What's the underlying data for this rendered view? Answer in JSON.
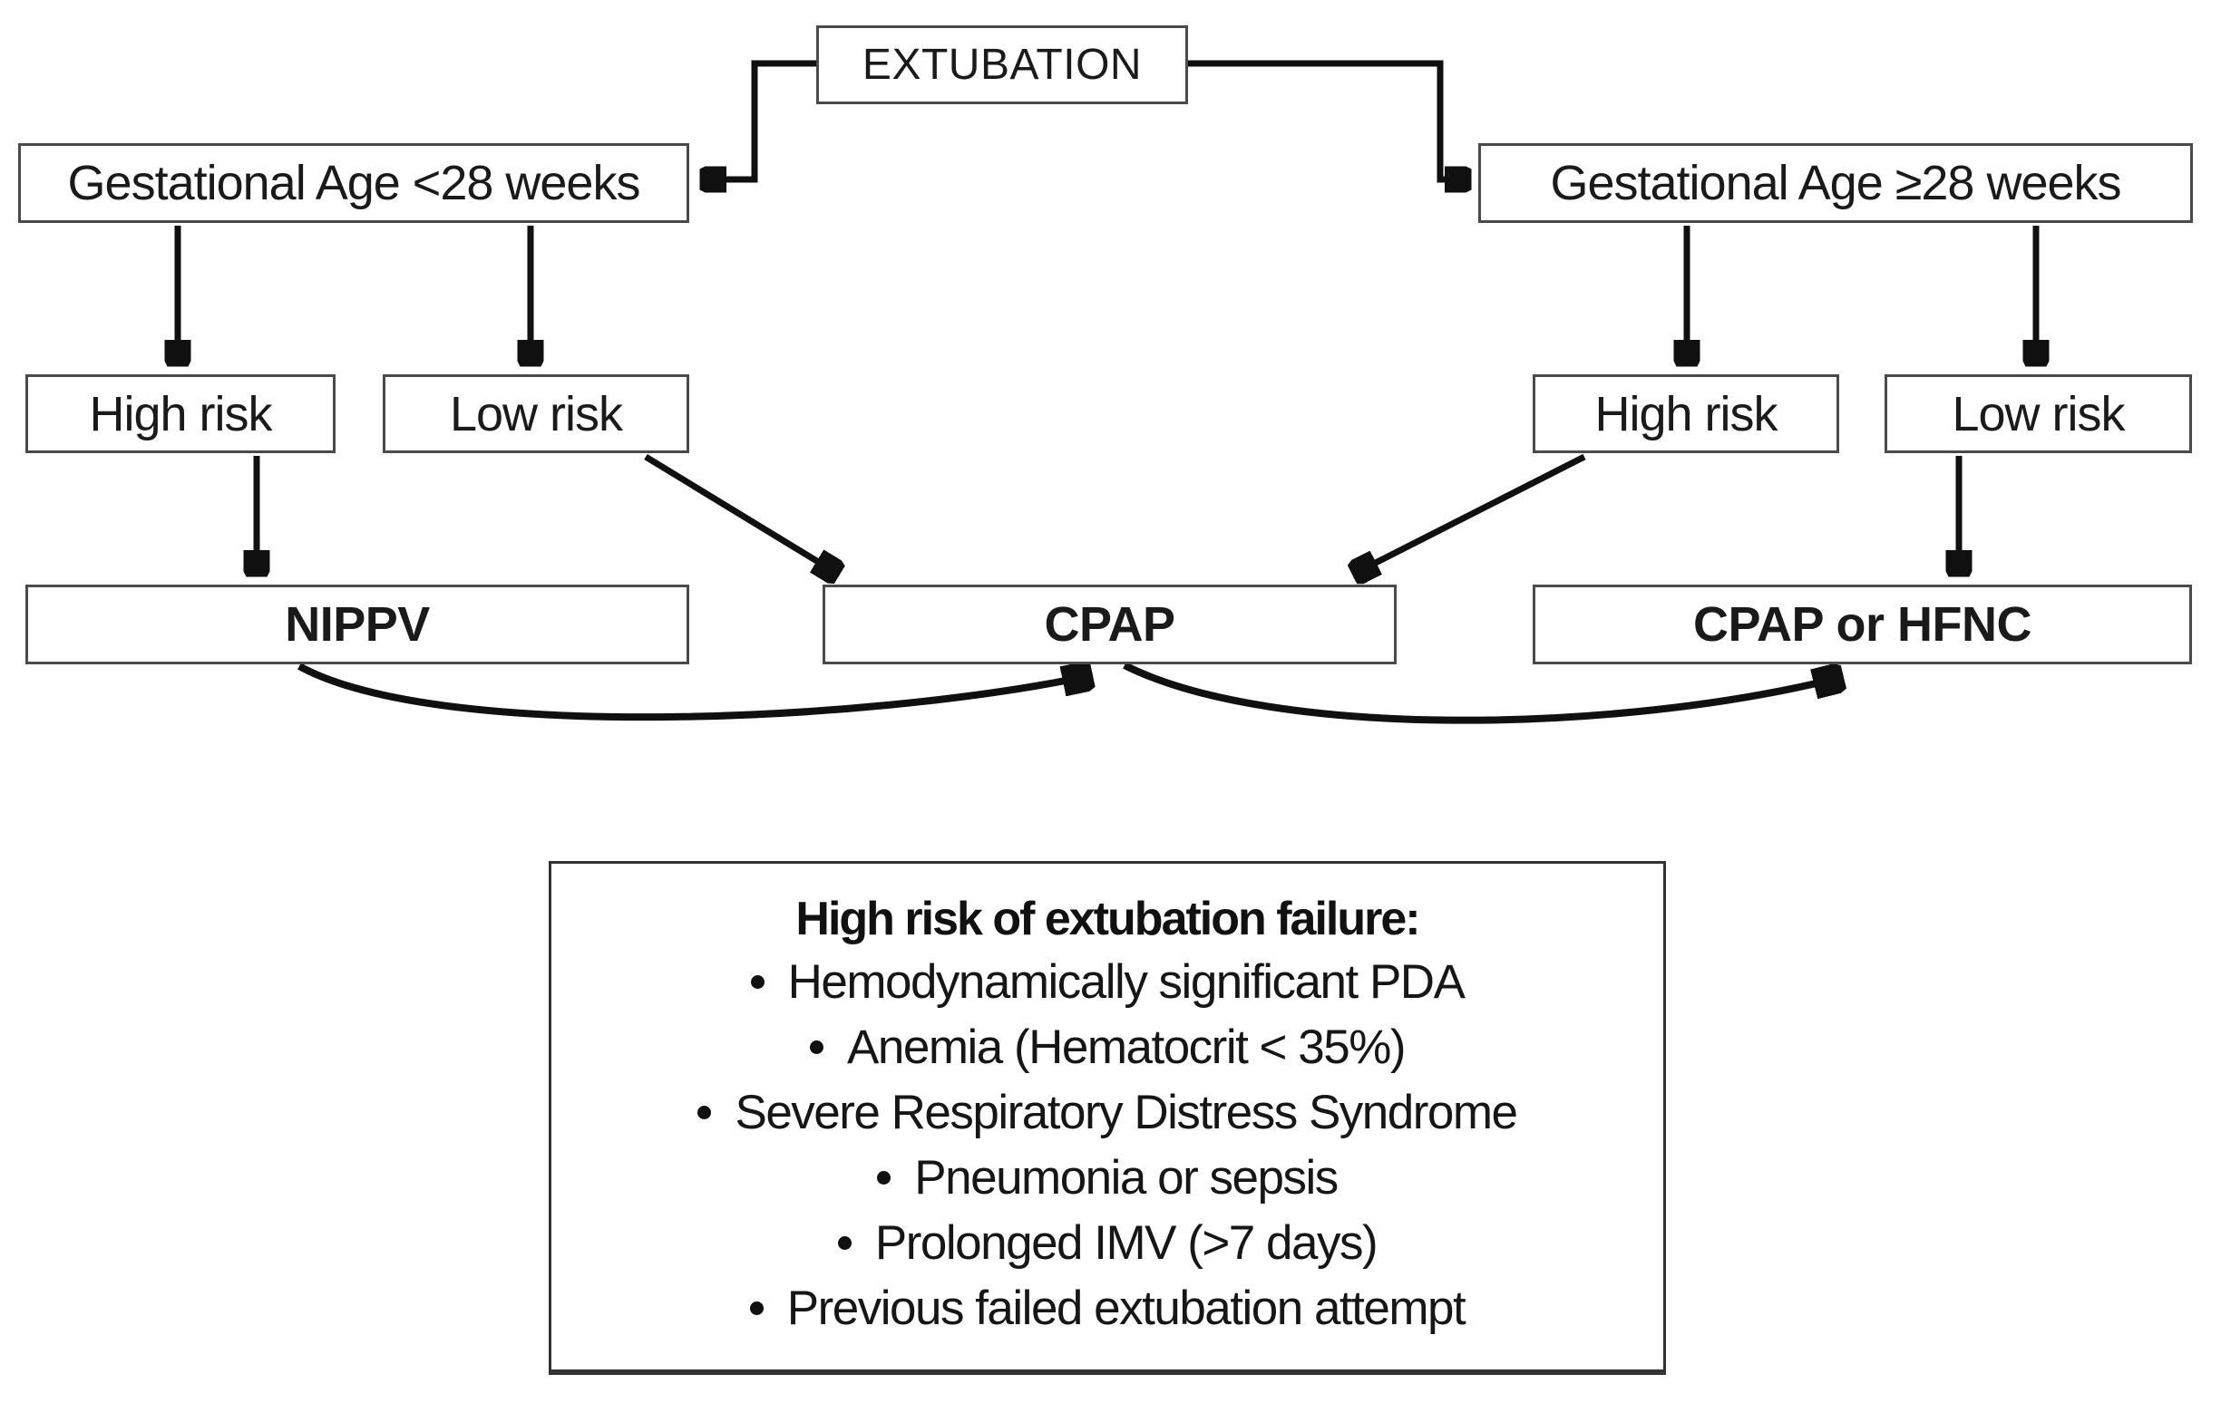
{
  "diagram": {
    "nodes": {
      "extubation": "EXTUBATION",
      "gest_left": "Gestational Age <28 weeks",
      "gest_right": "Gestational Age ≥28 weeks",
      "high_left": "High risk",
      "low_left": "Low risk",
      "high_right": "High risk",
      "low_right": "Low risk",
      "nippv": "NIPPV",
      "cpap": "CPAP",
      "cpap_hfnc": "CPAP or HFNC"
    },
    "risk_box": {
      "title": "High risk of extubation failure:",
      "bullets": [
        "Hemodynamically significant PDA",
        "Anemia (Hematocrit < 35%)",
        "Severe Respiratory Distress Syndrome",
        "Pneumonia or sepsis",
        "Prolonged IMV (>7 days)",
        "Previous failed extubation attempt"
      ]
    },
    "colors": {
      "background": "#ffffff",
      "line": "#101010",
      "box_border": "#4a4a4a",
      "text": "#1a1a1a"
    }
  }
}
